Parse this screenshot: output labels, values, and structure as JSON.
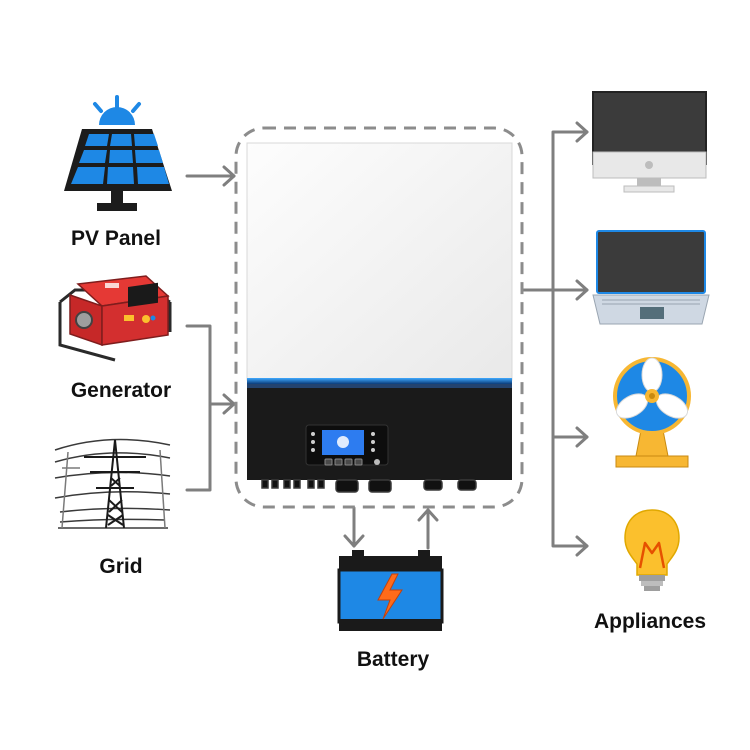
{
  "sources": [
    {
      "label": "PV Panel",
      "icon": "solar-panel-icon"
    },
    {
      "label": "Generator",
      "icon": "generator-icon"
    },
    {
      "label": "Grid",
      "icon": "power-tower-icon"
    }
  ],
  "storage": {
    "label": "Battery",
    "icon": "battery-icon"
  },
  "loads": {
    "label": "Appliances",
    "items": [
      "desktop-monitor-icon",
      "laptop-icon",
      "fan-icon",
      "light-bulb-icon"
    ]
  },
  "center": {
    "icon": "hybrid-inverter-icon"
  },
  "colors": {
    "arrow": "#7f7f7f",
    "dashed_border": "#8c8c8c",
    "accent_blue": "#1e88e5",
    "battery_blue": "#1565c0",
    "generator_red": "#d32f2f",
    "bulb_yellow": "#fbc02d"
  }
}
